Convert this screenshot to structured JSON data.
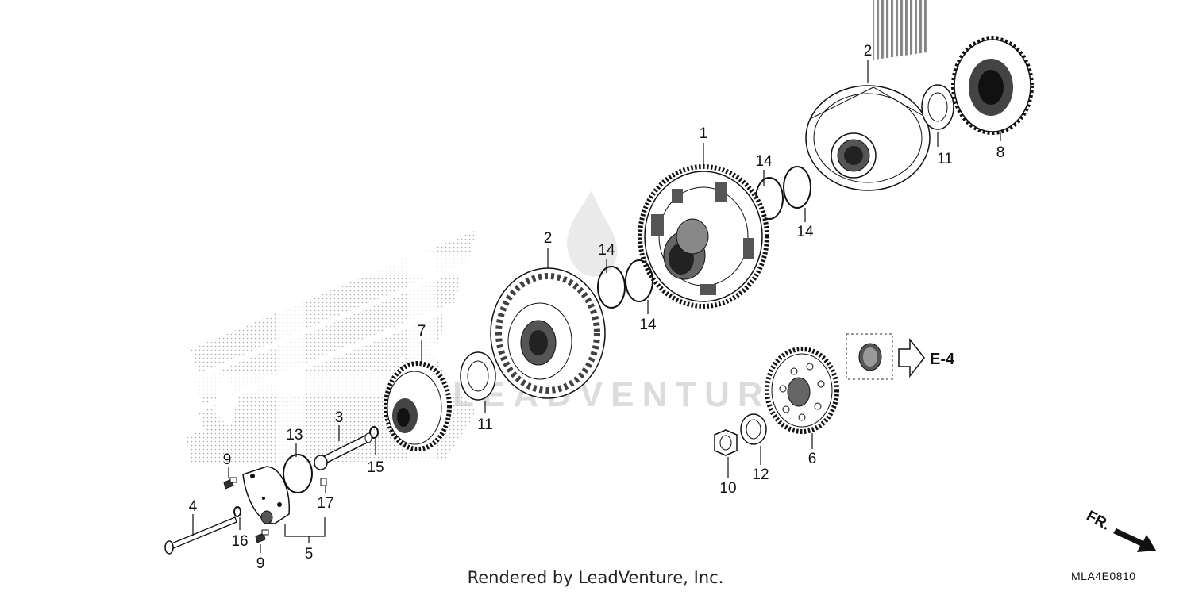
{
  "diagram": {
    "callouts": [
      "1",
      "2",
      "2",
      "3",
      "4",
      "5",
      "6",
      "7",
      "8",
      "9",
      "9",
      "10",
      "11",
      "11",
      "12",
      "13",
      "14",
      "14",
      "14",
      "14",
      "15",
      "16",
      "17"
    ],
    "reference": "E-4",
    "direction": "FR.",
    "credit": "Rendered by LeadVenture, Inc.",
    "drawing_code": "MLA4E0810",
    "watermark": "LEADVENTURE"
  }
}
